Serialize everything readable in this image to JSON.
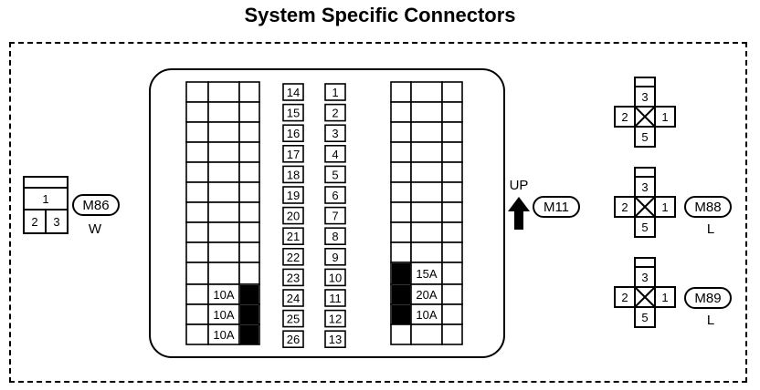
{
  "title": "System Specific Connectors",
  "connectors": {
    "m86": {
      "id": "M86",
      "color_code": "W",
      "terminals": [
        "1",
        "2",
        "3"
      ]
    },
    "m11": {
      "id": "M11",
      "direction_label": "UP"
    },
    "m88": {
      "id": "M88",
      "color_code": "L",
      "terminals": [
        "3",
        "2",
        "1",
        "5"
      ]
    },
    "m89": {
      "id": "M89",
      "color_code": "L",
      "terminals": [
        "3",
        "2",
        "1",
        "5"
      ]
    },
    "top_cross": {
      "terminals": [
        "3",
        "2",
        "1",
        "5"
      ]
    }
  },
  "fuse_block": {
    "middle_left_column": [
      "14",
      "15",
      "16",
      "17",
      "18",
      "19",
      "20",
      "21",
      "22",
      "23",
      "24",
      "25",
      "26"
    ],
    "middle_right_column": [
      "1",
      "2",
      "3",
      "4",
      "5",
      "6",
      "7",
      "8",
      "9",
      "10",
      "11",
      "12",
      "13"
    ],
    "left_fuses": [
      "10A",
      "10A",
      "10A"
    ],
    "right_fuses": [
      "15A",
      "20A",
      "10A"
    ]
  }
}
